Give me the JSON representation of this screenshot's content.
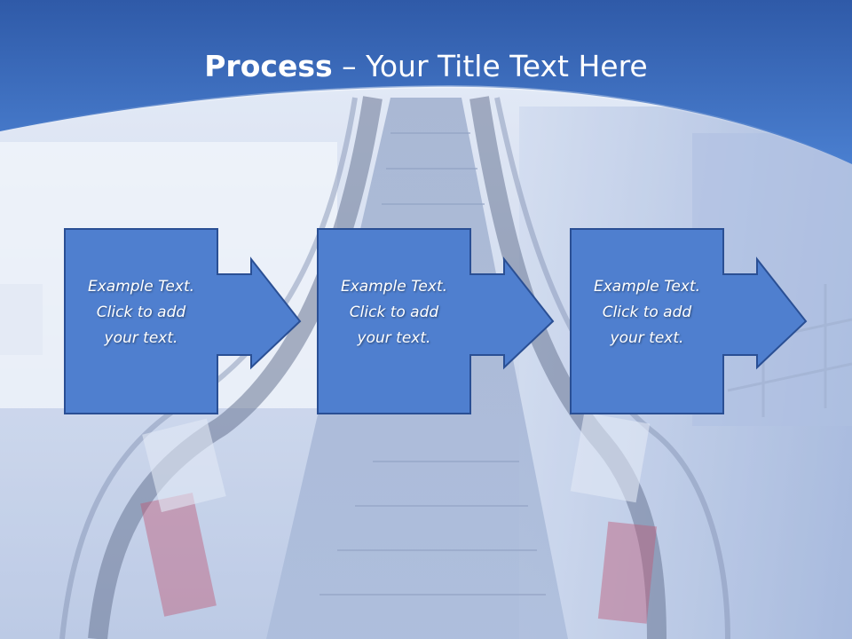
{
  "slide": {
    "title_bold": "Process",
    "title_rest": " – Your Title Text Here",
    "colors": {
      "header": "#3a66b8",
      "box_fill": "#4a78c9",
      "box_border": "#2a4f94"
    },
    "steps": [
      {
        "line1": "Example Text.",
        "line2": "Click  to add",
        "line3": "your text."
      },
      {
        "line1": "Example Text.",
        "line2": "Click  to add",
        "line3": "your text."
      },
      {
        "line1": "Example Text.",
        "line2": "Click  to add",
        "line3": "your text."
      }
    ]
  }
}
